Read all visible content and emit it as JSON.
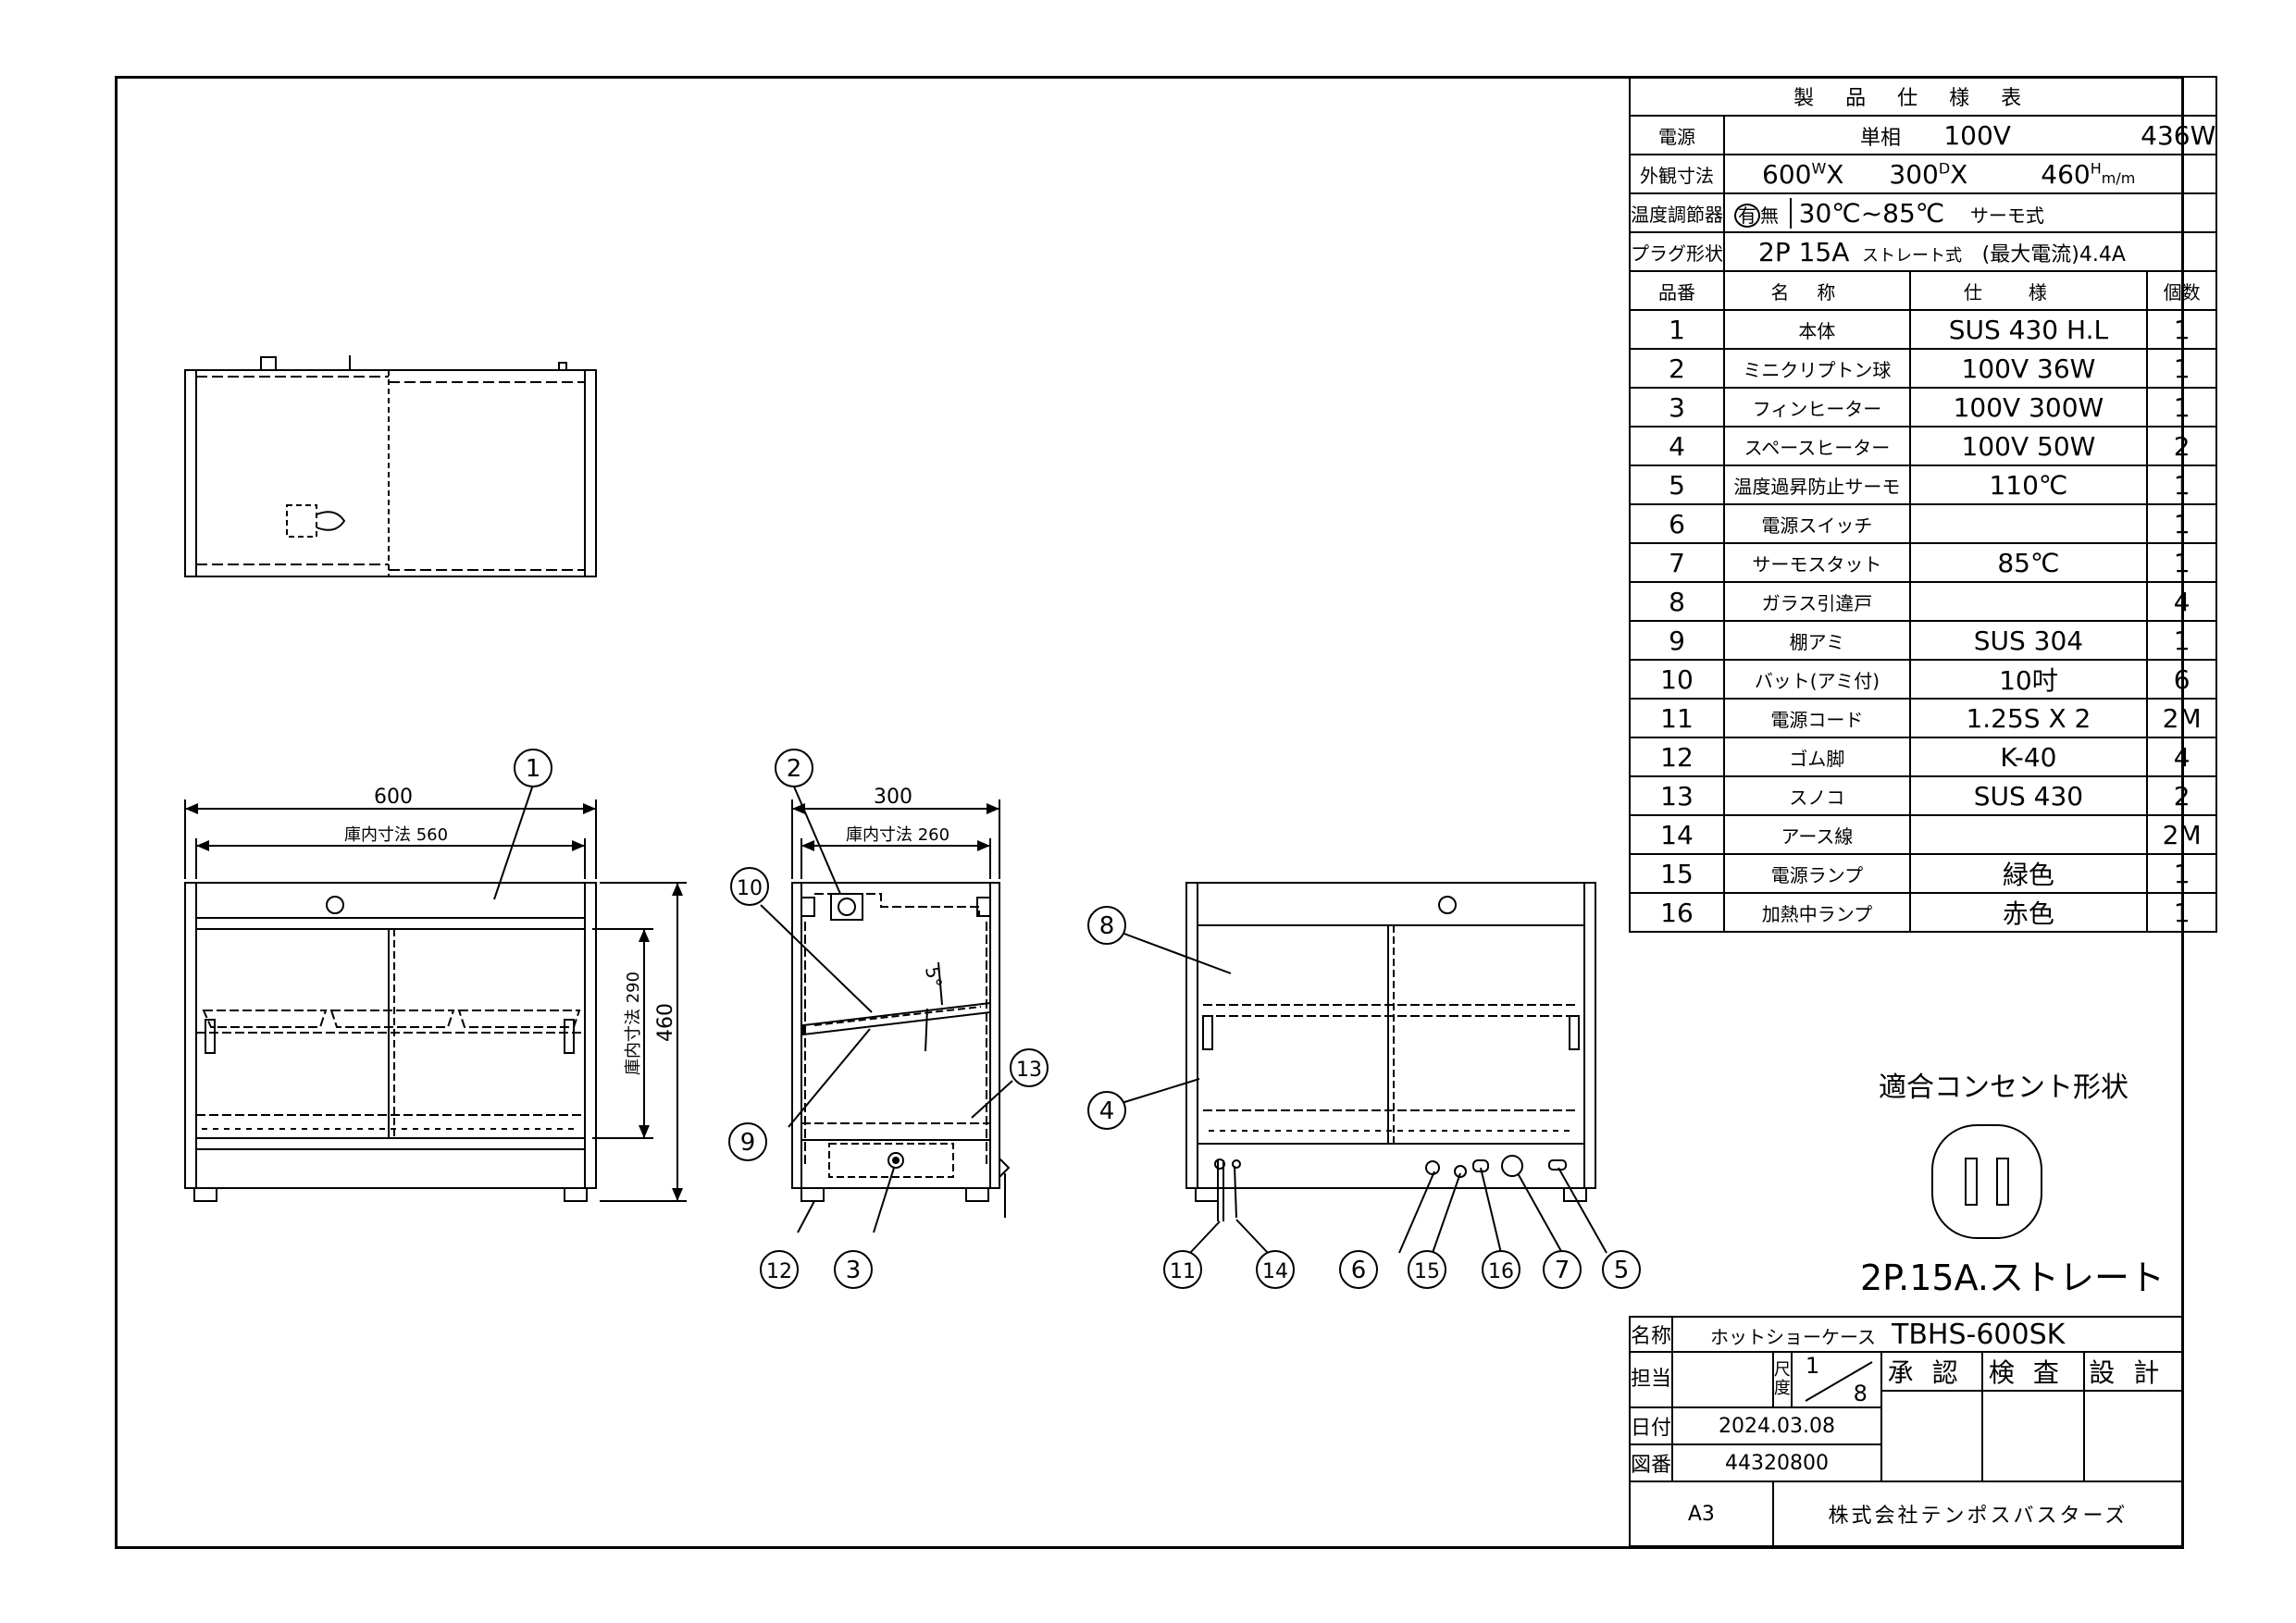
{
  "spec_table": {
    "title": "製品仕様表",
    "power": {
      "label": "電源",
      "phase": "単相",
      "voltage": "100V",
      "wattage": "436W"
    },
    "dimensions": {
      "label": "外観寸法",
      "w": "600",
      "w_sup": "W",
      "d": "300",
      "d_sup": "D",
      "h": "460",
      "h_sup": "H",
      "unit": "m/m",
      "x": "X"
    },
    "thermostat": {
      "label": "温度調節器",
      "present": "有",
      "absent": "無",
      "range": "30℃~85℃",
      "type": "サーモ式"
    },
    "plug": {
      "label": "プラグ形状",
      "value": "2P 15A",
      "type": "ストレート式",
      "max": "(最大電流)4.4A"
    },
    "columns": [
      "品番",
      "名称",
      "仕様",
      "個数"
    ],
    "parts": [
      {
        "no": "1",
        "name": "本体",
        "spec": "SUS 430 H.L",
        "qty": "1"
      },
      {
        "no": "2",
        "name": "ミニクリプトン球",
        "spec": "100V    36W",
        "qty": "1"
      },
      {
        "no": "3",
        "name": "フィンヒーター",
        "spec": "100V   300W",
        "qty": "1"
      },
      {
        "no": "4",
        "name": "スペースヒーター",
        "spec": "100V    50W",
        "qty": "2"
      },
      {
        "no": "5",
        "name": "温度過昇防止サーモ",
        "spec": "110℃",
        "qty": "1"
      },
      {
        "no": "6",
        "name": "電源スイッチ",
        "spec": "",
        "qty": "1"
      },
      {
        "no": "7",
        "name": "サーモスタット",
        "spec": "85℃",
        "qty": "1"
      },
      {
        "no": "8",
        "name": "ガラス引違戸",
        "spec": "",
        "qty": "4"
      },
      {
        "no": "9",
        "name": "棚アミ",
        "spec": "SUS 304",
        "qty": "1"
      },
      {
        "no": "10",
        "name": "バット(アミ付)",
        "spec": "10吋",
        "qty": "6"
      },
      {
        "no": "11",
        "name": "電源コード",
        "spec": "1.25S X 2",
        "qty": "2M"
      },
      {
        "no": "12",
        "name": "ゴム脚",
        "spec": "K-40",
        "qty": "4"
      },
      {
        "no": "13",
        "name": "スノコ",
        "spec": "SUS 430",
        "qty": "2"
      },
      {
        "no": "14",
        "name": "アース線",
        "spec": "",
        "qty": "2M"
      },
      {
        "no": "15",
        "name": "電源ランプ",
        "spec": "緑色",
        "qty": "1"
      },
      {
        "no": "16",
        "name": "加熱中ランプ",
        "spec": "赤色",
        "qty": "1"
      }
    ]
  },
  "outlet": {
    "title": "適合コンセント形状",
    "type": "2P.15A.ストレート"
  },
  "title_block": {
    "name_label": "名称",
    "product": "ホットショーケース",
    "model": "TBHS-600SK",
    "drafter_label": "担当",
    "scale_label": "尺度",
    "scale_num": "1",
    "scale_den": "8",
    "approve": "承認",
    "inspect": "検査",
    "design": "設計",
    "date_label": "日付",
    "date": "2024.03.08",
    "drawing_no_label": "図番",
    "drawing_no": "44320800",
    "sheet_size": "A3",
    "company": "株式会社テンポスバスターズ"
  },
  "dimensions": {
    "front_width": "600",
    "front_inner_label": "庫内寸法 560",
    "front_height": "460",
    "front_inner_height": "庫内寸法 290",
    "side_depth": "300",
    "side_inner_label": "庫内寸法 260",
    "tilt_angle": "5°"
  },
  "callouts": [
    "1",
    "2",
    "3",
    "4",
    "5",
    "6",
    "7",
    "8",
    "9",
    "10",
    "11",
    "12",
    "13",
    "14",
    "15",
    "16"
  ]
}
